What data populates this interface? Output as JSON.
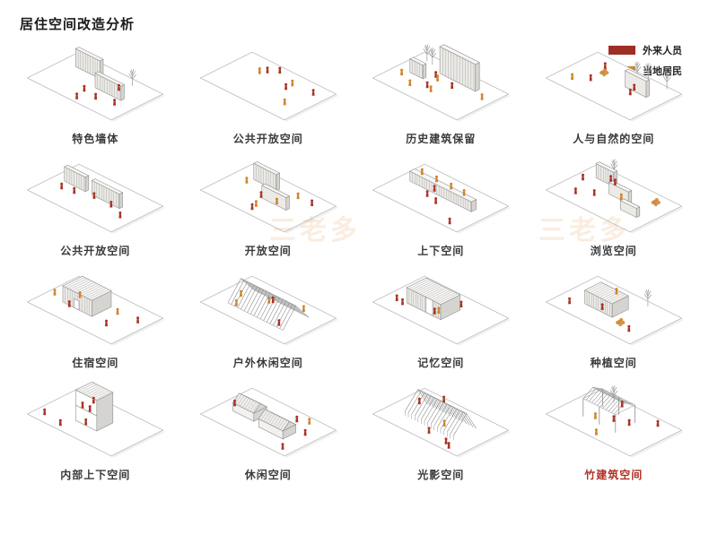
{
  "title": "居住空间改造分析",
  "legend": {
    "items": [
      {
        "label": "外来人员",
        "color": "#9e2f24"
      },
      {
        "label": "当地居民",
        "color": "#d0822c"
      }
    ]
  },
  "watermark": "三老多",
  "colors": {
    "visitor": "#a83323",
    "resident": "#d0822c",
    "line": "#8f8f8f"
  },
  "grid": {
    "cells": [
      {
        "label": "特色墙体",
        "style": "slabs",
        "red": 5,
        "orange": 0,
        "trees": 1
      },
      {
        "label": "公共开放空间",
        "style": "flat",
        "red": 4,
        "orange": 3,
        "trees": 0
      },
      {
        "label": "历史建筑保留",
        "style": "tallwall",
        "red": 3,
        "orange": 5,
        "trees": 2
      },
      {
        "label": "人与自然的空间",
        "style": "nature",
        "red": 4,
        "orange": 1,
        "trees": 3
      },
      {
        "label": "公共开放空间",
        "style": "gateslabs",
        "red": 5,
        "orange": 0,
        "trees": 0
      },
      {
        "label": "开放空间",
        "style": "twinslabs",
        "red": 3,
        "orange": 4,
        "trees": 0
      },
      {
        "label": "上下空间",
        "style": "benchwall",
        "red": 4,
        "orange": 0,
        "trees": 0
      },
      {
        "label": "浏览空间",
        "style": "browse",
        "red": 5,
        "orange": 1,
        "trees": 1
      },
      {
        "label": "住宿空间",
        "style": "hatchhouse",
        "red": 3,
        "orange": 3,
        "trees": 0
      },
      {
        "label": "户外休闲空间",
        "style": "ribcanopy",
        "red": 2,
        "orange": 4,
        "trees": 0
      },
      {
        "label": "记忆空间",
        "style": "memorybox",
        "red": 4,
        "orange": 1,
        "trees": 0
      },
      {
        "label": "种植空间",
        "style": "plantbox",
        "red": 3,
        "orange": 1,
        "trees": 1
      },
      {
        "label": "内部上下空间",
        "style": "tower",
        "red": 3,
        "orange": 0,
        "trees": 1
      },
      {
        "label": "休闲空间",
        "style": "twinroof",
        "red": 4,
        "orange": 1,
        "trees": 0
      },
      {
        "label": "光影空间",
        "style": "lightframe",
        "red": 4,
        "orange": 1,
        "trees": 0
      },
      {
        "label": "竹建筑空间",
        "style": "bambooframe",
        "red": 4,
        "orange": 2,
        "trees": 1,
        "label_color": "#b03024"
      }
    ]
  }
}
